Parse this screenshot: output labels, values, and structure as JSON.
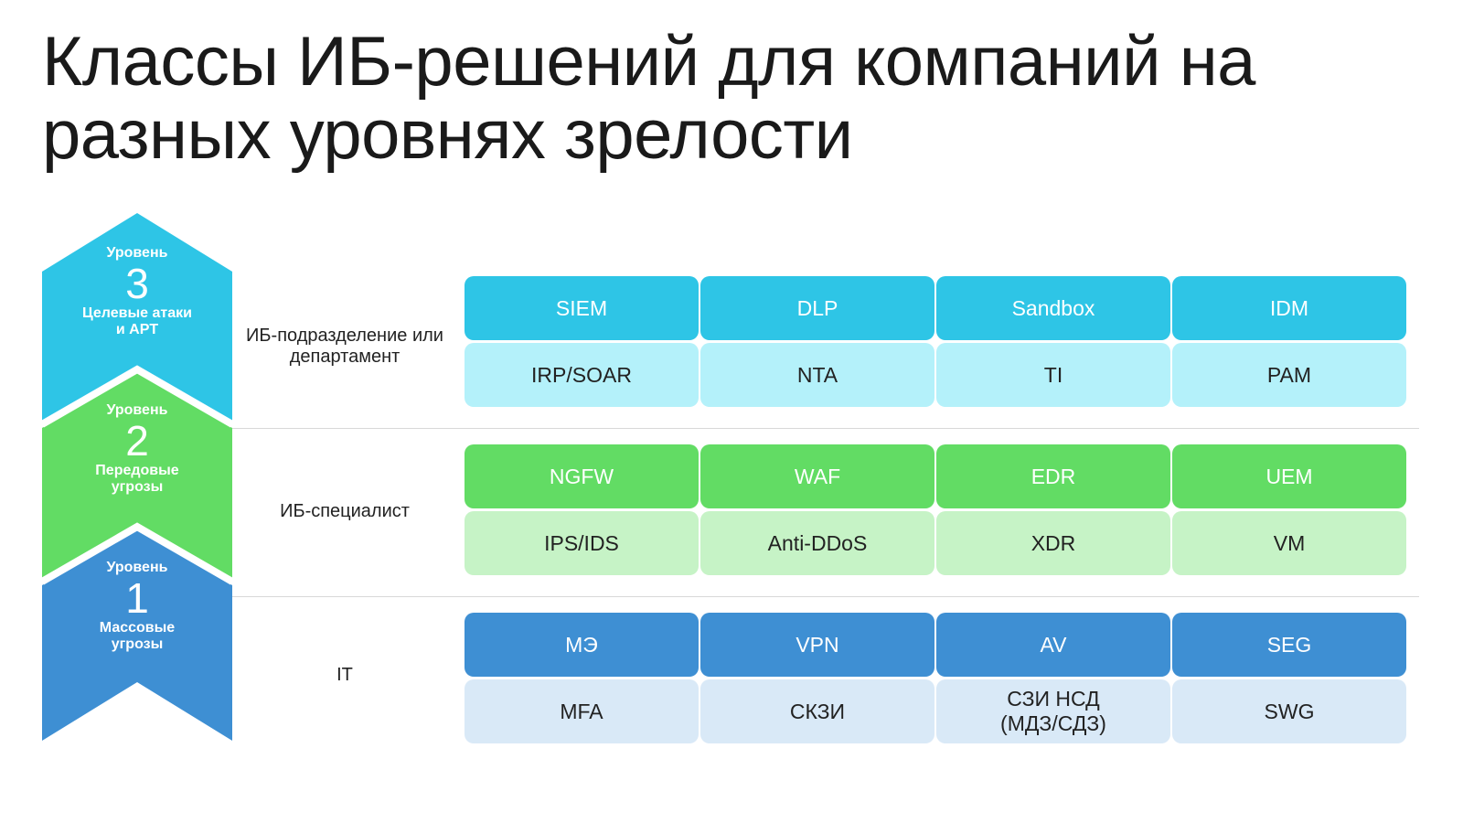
{
  "title": {
    "line1": "Классы ИБ-решений для компаний на",
    "line2": "разных уровнях зрелости"
  },
  "colors": {
    "level3": "#2ec5e6",
    "level3_light": "#b4f1fa",
    "level2": "#62dc64",
    "level2_light": "#c6f3c6",
    "level1": "#3e8fd3",
    "level1_light": "#d9e9f7"
  },
  "levels": [
    {
      "word": "Уровень",
      "number": "3",
      "desc": "Целевые атаки и APT",
      "role": "ИБ-подразделение или департамент",
      "top": [
        "SIEM",
        "DLP",
        "Sandbox",
        "IDM"
      ],
      "bottom": [
        "IRP/SOAR",
        "NTA",
        "TI",
        "PAM"
      ]
    },
    {
      "word": "Уровень",
      "number": "2",
      "desc": "Передовые угрозы",
      "role": "ИБ-специалист",
      "top": [
        "NGFW",
        "WAF",
        "EDR",
        "UEM"
      ],
      "bottom": [
        "IPS/IDS",
        "Anti-DDoS",
        "XDR",
        "VM"
      ]
    },
    {
      "word": "Уровень",
      "number": "1",
      "desc": "Массовые угрозы",
      "role": "IT",
      "top": [
        "МЭ",
        "VPN",
        "AV",
        "SEG"
      ],
      "bottom": [
        "MFA",
        "СКЗИ",
        "СЗИ НСД\n(МДЗ/СДЗ)",
        "SWG"
      ]
    }
  ]
}
